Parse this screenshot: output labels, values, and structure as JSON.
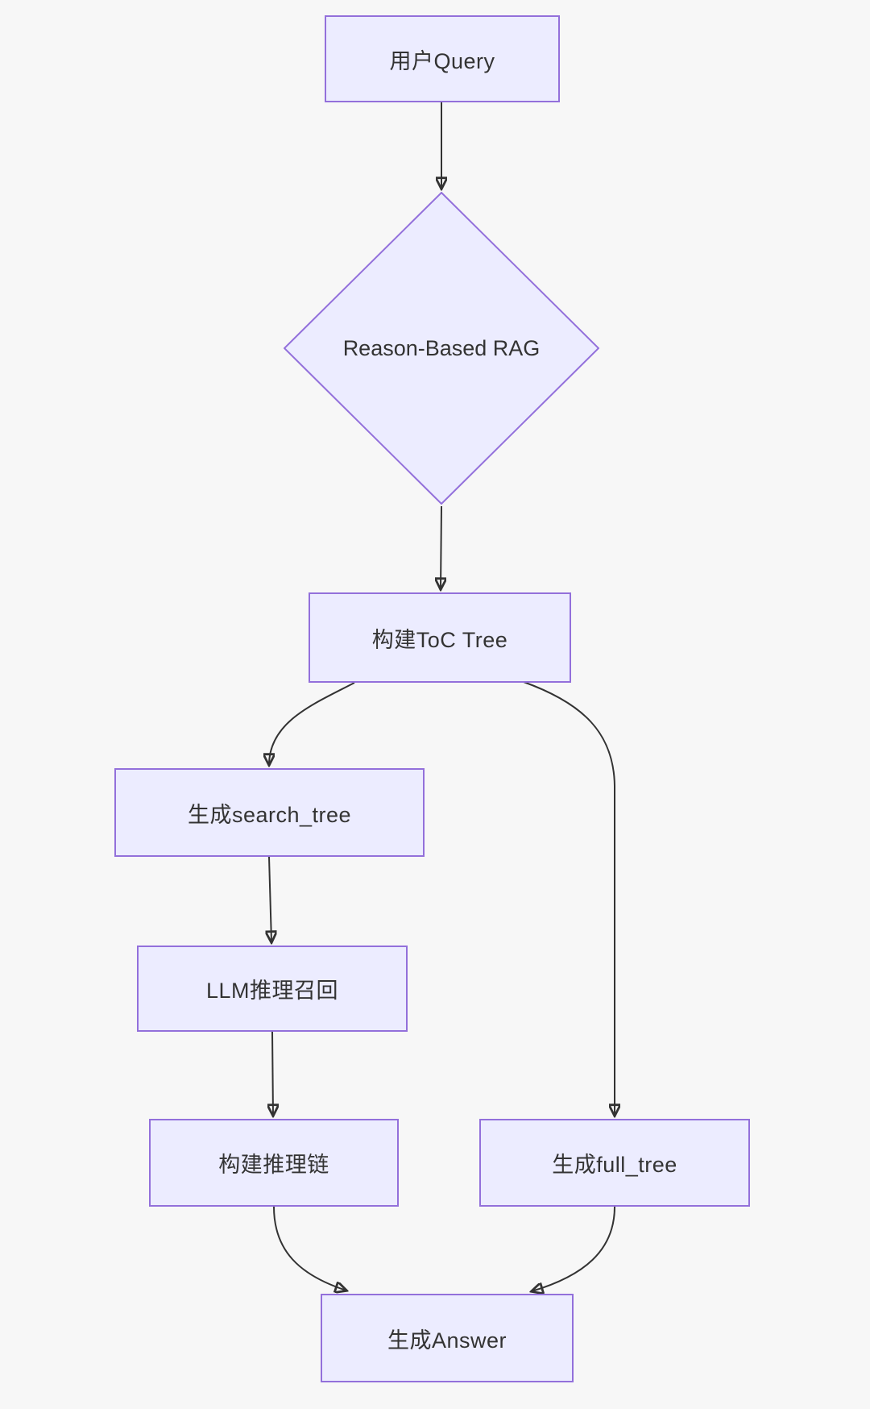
{
  "diagram": {
    "type": "flowchart",
    "colors": {
      "background": "#f7f7f7",
      "node_fill": "#ececff",
      "node_border": "#9370db",
      "edge": "#333333",
      "text": "#333333"
    },
    "nodes": {
      "user_query": {
        "label": "用户Query",
        "shape": "rectangle"
      },
      "reason_based_rag": {
        "label": "Reason-Based RAG",
        "shape": "diamond"
      },
      "build_toc_tree": {
        "label": "构建ToC Tree",
        "shape": "rectangle"
      },
      "generate_search_tree": {
        "label": "生成search_tree",
        "shape": "rectangle"
      },
      "llm_reasoning_recall": {
        "label": "LLM推理召回",
        "shape": "rectangle"
      },
      "build_reasoning_chain": {
        "label": "构建推理链",
        "shape": "rectangle"
      },
      "generate_full_tree": {
        "label": "生成full_tree",
        "shape": "rectangle"
      },
      "generate_answer": {
        "label": "生成Answer",
        "shape": "rectangle"
      }
    },
    "edges": [
      {
        "from": "用户Query",
        "to": "Reason-Based RAG"
      },
      {
        "from": "Reason-Based RAG",
        "to": "构建ToC Tree"
      },
      {
        "from": "构建ToC Tree",
        "to": "生成search_tree"
      },
      {
        "from": "构建ToC Tree",
        "to": "生成full_tree"
      },
      {
        "from": "生成search_tree",
        "to": "LLM推理召回"
      },
      {
        "from": "LLM推理召回",
        "to": "构建推理链"
      },
      {
        "from": "构建推理链",
        "to": "生成Answer"
      },
      {
        "from": "生成full_tree",
        "to": "生成Answer"
      }
    ]
  }
}
